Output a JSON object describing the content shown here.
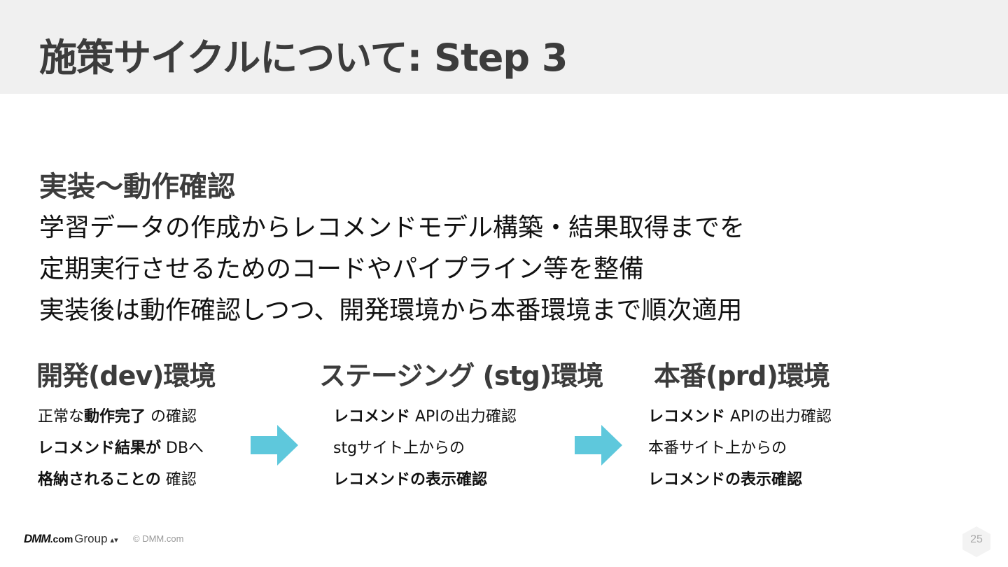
{
  "slide": {
    "title": "施策サイクルについて: Step 3",
    "section_heading": "実装〜動作確認",
    "description": [
      "学習データの作成からレコメンドモデル構築・結果取得までを",
      "定期実行させるためのコードやパイプライン等を整備",
      "実装後は動作確認しつつ、開発環境から本番環境まで順次適用"
    ],
    "environments": [
      {
        "title": "開発(dev)環境",
        "lines": [
          [
            {
              "t": "正常な",
              "b": false
            },
            {
              "t": "動作完了",
              "b": true
            },
            {
              "t": " の確認",
              "b": false
            }
          ],
          [
            {
              "t": "レコメンド結果が",
              "b": true
            },
            {
              "t": " DBへ",
              "b": false
            }
          ],
          [
            {
              "t": "格納されることの",
              "b": true
            },
            {
              "t": " 確認",
              "b": false
            }
          ]
        ]
      },
      {
        "title": "ステージング (stg)環境",
        "lines": [
          [
            {
              "t": "レコメンド",
              "b": true
            },
            {
              "t": " APIの出力確認",
              "b": false
            }
          ],
          [
            {
              "t": "stgサイト上からの",
              "b": false
            }
          ],
          [
            {
              "t": "レコメンドの表示確認",
              "b": true
            }
          ]
        ]
      },
      {
        "title": "本番(prd)環境",
        "lines": [
          [
            {
              "t": "レコメンド",
              "b": true
            },
            {
              "t": " APIの出力確認",
              "b": false
            }
          ],
          [
            {
              "t": "本番サイト上からの",
              "b": false
            }
          ],
          [
            {
              "t": "レコメンドの表示確認",
              "b": true
            }
          ]
        ]
      }
    ],
    "arrow_color": "#5ec8dc"
  },
  "footer": {
    "logo_dmm": "DMM",
    "logo_com": ".com",
    "logo_group": "Group",
    "copyright": "© DMM.com",
    "page_number": "25"
  }
}
